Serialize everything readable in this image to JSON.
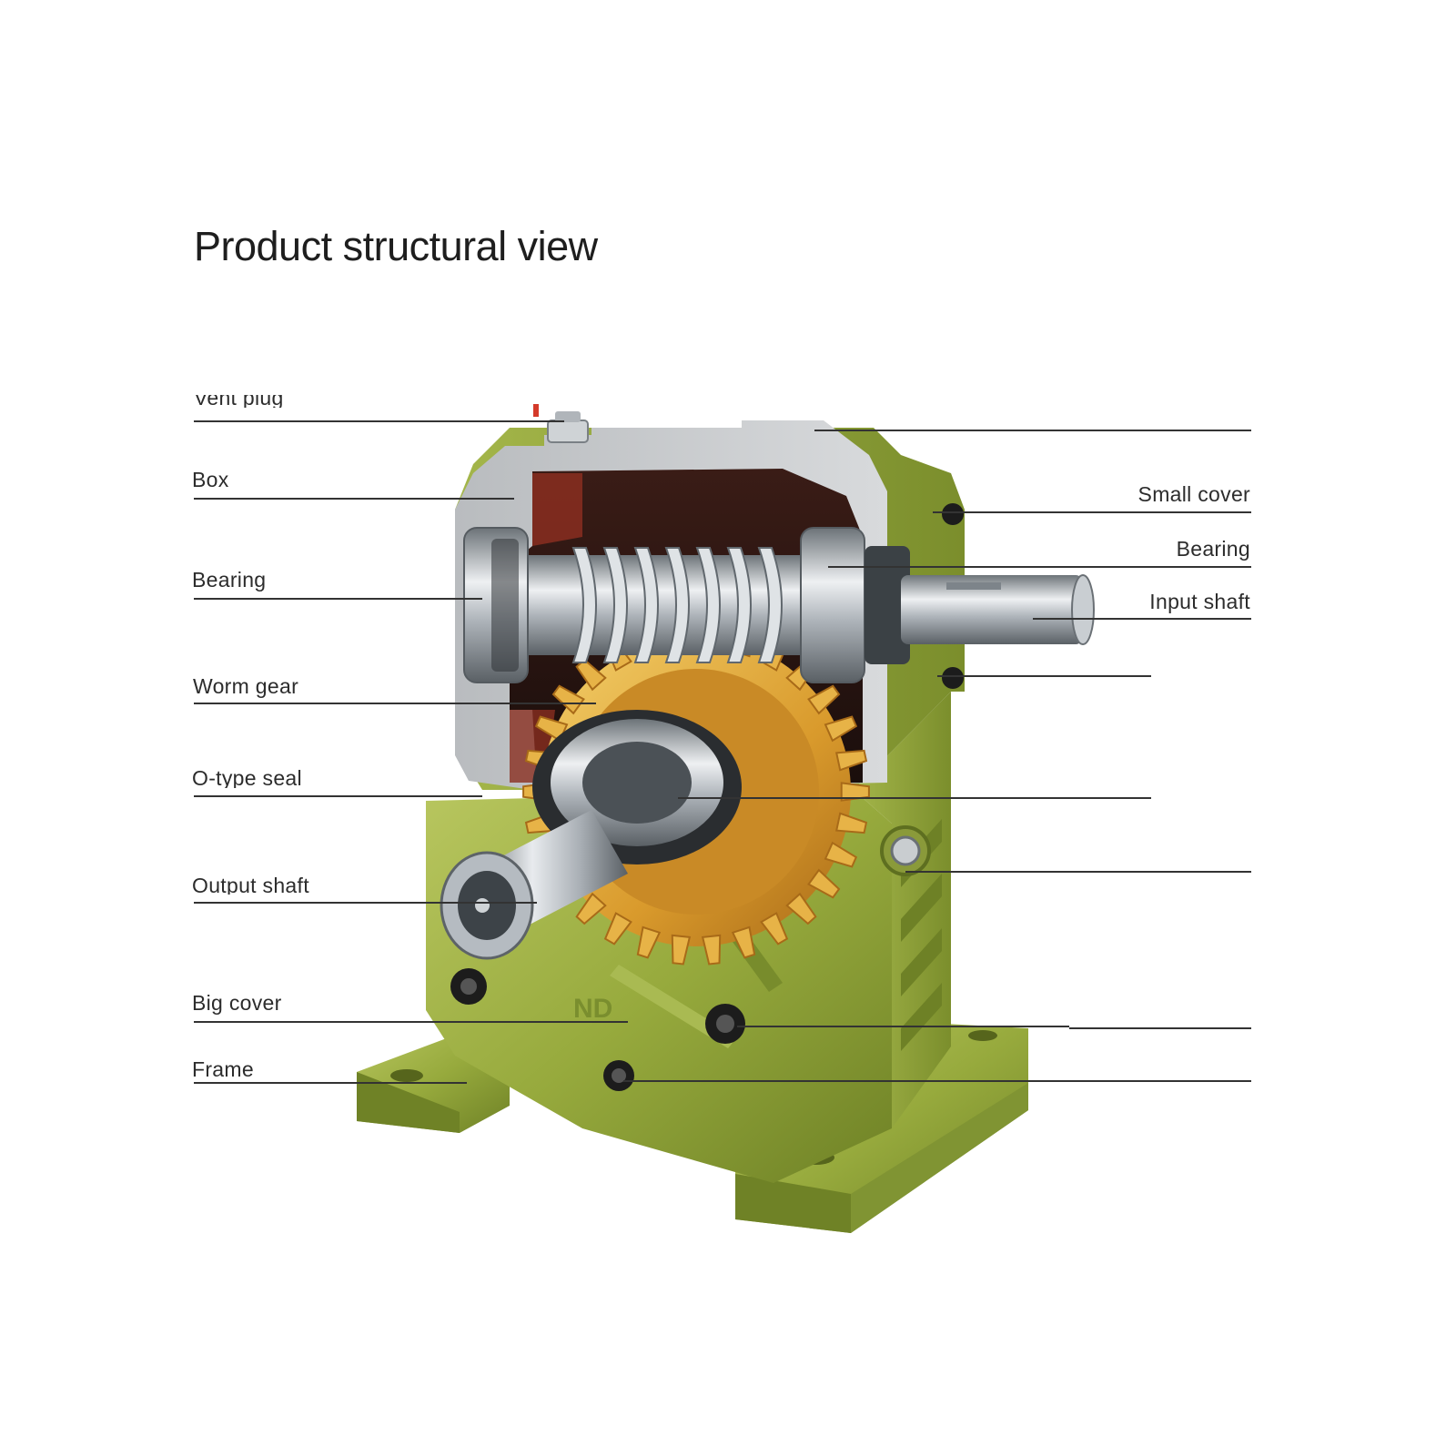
{
  "title": "Product structural view",
  "labels": {
    "vent_plug": "Vent plug",
    "box": "Box",
    "bearing_left": "Bearing",
    "worm_gear": "Worm gear",
    "o_type_seal": "O-type seal",
    "output_shaft": "Output shaft",
    "big_cover": "Big cover",
    "frame": "Frame",
    "small_cover": "Small cover",
    "bearing_right": "Bearing",
    "input_shaft": "Input shaft"
  },
  "colors": {
    "housing_green": "#8fa238",
    "housing_light": "#b3c25a",
    "cut_gray": "#c6c9cc",
    "interior_dark": "#2a1612",
    "interior_red": "#8a2e20",
    "gear_bronze": "#e0a93a",
    "steel": "#b9bec4",
    "leader_line": "#333333"
  }
}
